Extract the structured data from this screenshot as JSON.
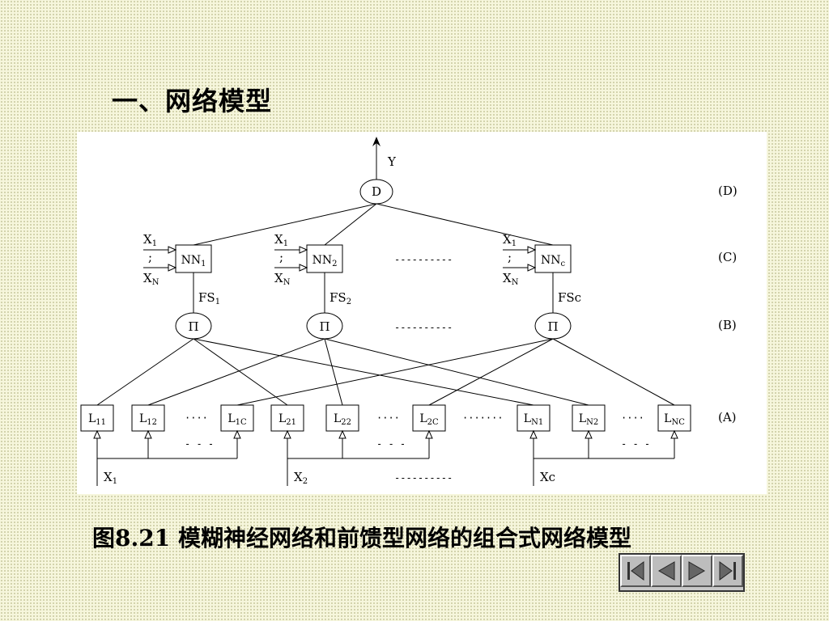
{
  "slide": {
    "title": "一、网络模型",
    "caption": "图8.21  模糊神经网络和前馈型网络的组合式网络模型"
  },
  "diagram": {
    "output_label": "Y",
    "defuzz_node": "D",
    "layer_labels": [
      "(D)",
      "(C)",
      "(B)",
      "(A)"
    ],
    "nn_groups": [
      {
        "nn": [
          "NN",
          "1"
        ],
        "fs": [
          "FS",
          "1"
        ],
        "in_top": [
          "X",
          "1"
        ],
        "in_mid": ";",
        "in_bot": [
          "X",
          "N"
        ]
      },
      {
        "nn": [
          "NN",
          "2"
        ],
        "fs": [
          "FS",
          "2"
        ],
        "in_top": [
          "X",
          "1"
        ],
        "in_mid": ";",
        "in_bot": [
          "X",
          "N"
        ]
      },
      {
        "nn": [
          "NN",
          "c"
        ],
        "fs": [
          "FSc",
          ""
        ],
        "in_top": [
          "X",
          "1"
        ],
        "in_mid": ";",
        "in_bot": [
          "X",
          "N"
        ]
      }
    ],
    "product_symbol": "Π",
    "l_nodes": [
      [
        "L",
        "11"
      ],
      [
        "L",
        "12"
      ],
      [
        "L",
        "1C"
      ],
      [
        "L",
        "21"
      ],
      [
        "L",
        "22"
      ],
      [
        "L",
        "2C"
      ],
      [
        "L",
        "N1"
      ],
      [
        "L",
        "N2"
      ],
      [
        "L",
        "NC"
      ]
    ],
    "x_inputs": [
      [
        "X",
        "1"
      ],
      [
        "X",
        "2"
      ],
      [
        "Xc",
        ""
      ]
    ],
    "dots_long": "----------",
    "dots_short": "····",
    "dots_mid": "- - -",
    "dots_between": "·······"
  },
  "nav": {
    "buttons": [
      "first-icon",
      "prev-icon",
      "next-icon",
      "last-icon"
    ]
  }
}
